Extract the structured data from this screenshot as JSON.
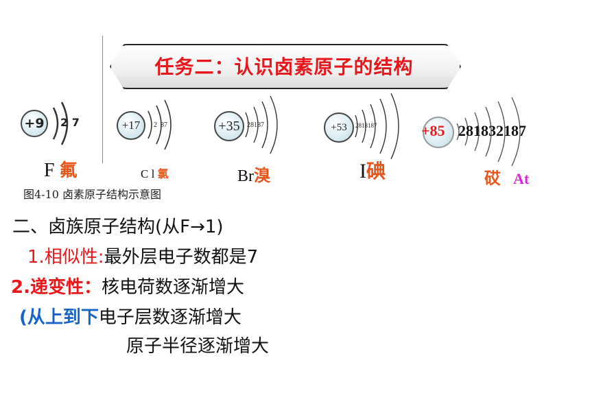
{
  "title": "任务二：认识卤素原子的结构",
  "atoms": [
    {
      "nucleus": "+9",
      "electrons": "2 7",
      "symbol": "F",
      "name": "氟"
    },
    {
      "nucleus": "+17",
      "electrons": "2  87",
      "symbol": "C l",
      "name": "氯"
    },
    {
      "nucleus": "+35",
      "electrons": "28187",
      "symbol": "Br",
      "name": "溴"
    },
    {
      "nucleus": "+53",
      "electrons": "2818187",
      "symbol": "I",
      "name": "碘"
    },
    {
      "nucleus": "+85",
      "electrons": "281832187",
      "symbol": "At",
      "name": "砹"
    }
  ],
  "caption": "图4-10   卤素原子结构示意图",
  "section_heading": "二、卤族原子结构(从F→1)",
  "similarity": {
    "label": "1.相似性:",
    "text": "最外层电子数都是7"
  },
  "variation": {
    "label": "2.递变性：",
    "text1": "核电荷数逐渐增大",
    "prefix": "(从上到下",
    "text2": "电子层数逐渐增大",
    "text3": "原子半径逐渐增大"
  },
  "colors": {
    "red": "#e8171b",
    "blue": "#1764c8",
    "orange": "#e8561a",
    "magenta": "#d726d6"
  }
}
